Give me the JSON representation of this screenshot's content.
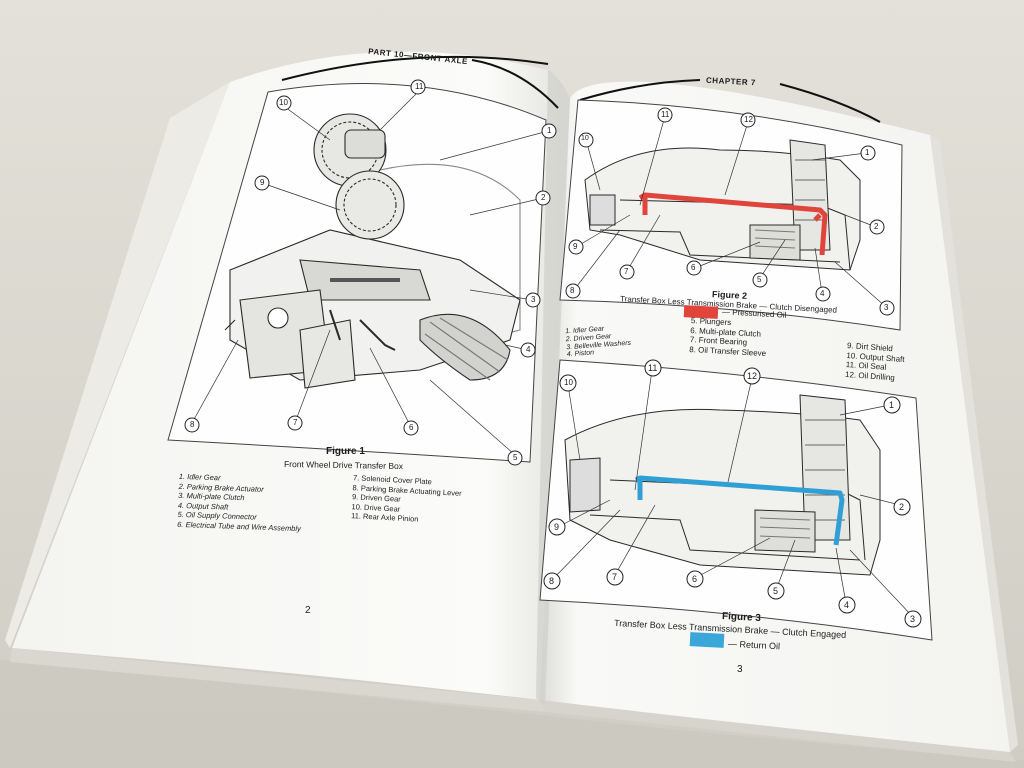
{
  "left_page": {
    "header": "PART 10—FRONT AXLE",
    "figure": {
      "title": "Figure 1",
      "caption": "Front Wheel Drive Transfer Box",
      "callouts": [
        "1",
        "2",
        "3",
        "4",
        "5",
        "6",
        "7",
        "8",
        "9",
        "10",
        "11"
      ],
      "legend_col1": [
        "1. Idler Gear",
        "2. Parking Brake Actuator",
        "3. Multi-plate Clutch",
        "4. Output Shaft",
        "5. Oil Supply Connector",
        "6. Electrical Tube and Wire Assembly"
      ],
      "legend_col2": [
        "7. Solenoid Cover Plate",
        "8. Parking Brake Actuating Lever",
        "9. Driven Gear",
        "10. Drive Gear",
        "11. Rear Axle Pinion"
      ]
    },
    "page_number": "2"
  },
  "right_page": {
    "header": "CHAPTER 7",
    "figure2": {
      "title": "Figure 2",
      "caption": "Transfer Box Less Transmission Brake — Clutch Disengaged",
      "key_label": "— Pressurised Oil",
      "key_color": "#e0443a",
      "callouts": [
        "1",
        "2",
        "3",
        "4",
        "5",
        "6",
        "7",
        "8",
        "9",
        "10",
        "11",
        "12"
      ]
    },
    "legend_col1": [
      "1. Idler Gear",
      "2. Driven Gear",
      "3. Belleville Washers",
      "4. Piston"
    ],
    "legend_col2": [
      "5. Plungers",
      "6. Multi-plate Clutch",
      "7. Front Bearing",
      "8. Oil Transfer Sleeve"
    ],
    "legend_col3": [
      "9. Dirt Shield",
      "10. Output Shaft",
      "11. Oil Seal",
      "12. Oil Drilling"
    ],
    "figure3": {
      "title": "Figure 3",
      "caption": "Transfer Box Less Transmission Brake — Clutch Engaged",
      "key_label": "— Return Oil",
      "key_color": "#3aa7d8",
      "callouts": [
        "1",
        "2",
        "3",
        "4",
        "5",
        "6",
        "7",
        "8",
        "9",
        "10",
        "11",
        "12"
      ]
    },
    "page_number": "3"
  },
  "colors": {
    "pressurised_oil": "#e0443a",
    "return_oil": "#2f9fd6",
    "return_oil_key": "#3aa7d8"
  }
}
